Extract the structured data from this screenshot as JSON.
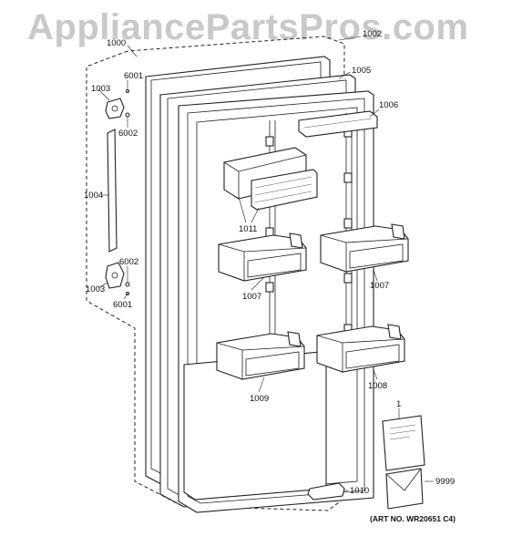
{
  "watermark": "AppliancePartsPros.com",
  "art_number": "(ART NO. WR20651 C4)",
  "callouts": {
    "c1000": "1000",
    "c1002": "1002",
    "c1005": "1005",
    "c1006": "1006",
    "c6001a": "6001",
    "c1003a": "1003",
    "c6002a": "6002",
    "c1004": "1004",
    "c6002b": "6002",
    "c1003b": "1003",
    "c6001b": "6001",
    "c1011": "1011",
    "c1007a": "1007",
    "c1007b": "1007",
    "c1009": "1009",
    "c1008": "1008",
    "c1": "1",
    "c9999": "9999",
    "c1010": "1010"
  }
}
